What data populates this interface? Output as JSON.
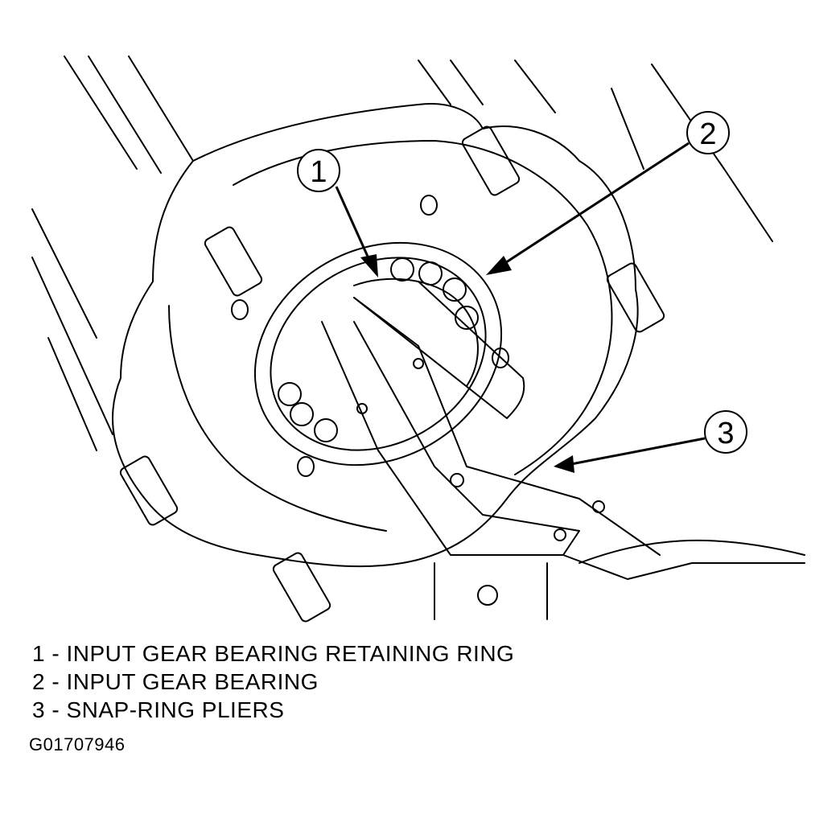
{
  "callouts": [
    {
      "number": "1",
      "label": "INPUT GEAR BEARING RETAINING RING"
    },
    {
      "number": "2",
      "label": "INPUT GEAR BEARING"
    },
    {
      "number": "3",
      "label": "SNAP-RING PLIERS"
    }
  ],
  "legend": {
    "items": [
      "1 - INPUT GEAR BEARING RETAINING RING",
      "2 - INPUT GEAR BEARING",
      "3 - SNAP-RING PLIERS"
    ]
  },
  "figure_id": "G01707946",
  "colors": {
    "ink": "#000000",
    "paper": "#ffffff"
  }
}
